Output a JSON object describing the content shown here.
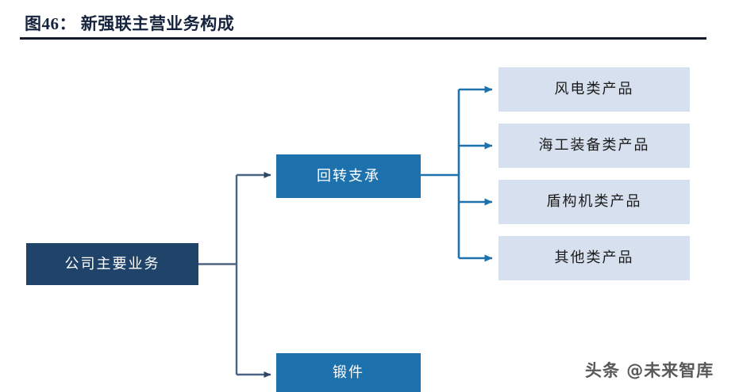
{
  "header": {
    "figure_label": "图46：",
    "figure_title": "新强联主营业务构成",
    "full_title": "图46： 新强联主营业务构成"
  },
  "diagram": {
    "type": "org-tree",
    "root": {
      "label": "公司主要业务",
      "color": "#1f4369"
    },
    "level2": [
      {
        "label": "回转支承",
        "color": "#1d72ad"
      },
      {
        "label": "锻件",
        "color": "#1d72ad"
      }
    ],
    "level3": [
      {
        "label": "风电类产品",
        "color": "#d7e0ee"
      },
      {
        "label": "海工装备类产品",
        "color": "#d7e0ee"
      },
      {
        "label": "盾构机类产品",
        "color": "#d7e0ee"
      },
      {
        "label": "其他类产品",
        "color": "#d7e0ee"
      }
    ],
    "connector_colors": {
      "root_branch": "#4a6382",
      "slewing_branch": "#1d72ad"
    }
  },
  "watermark": {
    "text": "头条 @未来智库"
  },
  "colors": {
    "title_text": "#16233c",
    "rule": "#12192b",
    "page_background": "#ffffff"
  }
}
